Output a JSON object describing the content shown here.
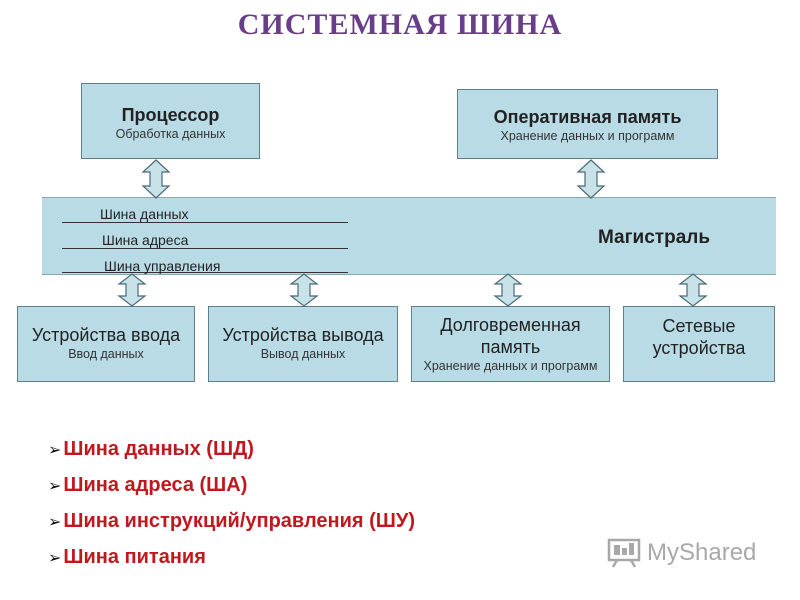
{
  "title": "Системная шина",
  "cpu": {
    "name": "Процессор",
    "desc": "Обработка данных"
  },
  "ram": {
    "name": "Оперативная память",
    "desc": "Хранение данных и программ"
  },
  "bus": {
    "lines": [
      "Шина данных",
      "Шина адреса",
      "Шина управления"
    ],
    "label": "Магистраль"
  },
  "devices": [
    {
      "name": "Устройства ввода",
      "desc": "Ввод данных"
    },
    {
      "name": "Устройства вывода",
      "desc": "Вывод данных"
    },
    {
      "name": "Долговременная память",
      "desc": "Хранение данных и программ"
    },
    {
      "name": "Сетевые устройства",
      "desc": ""
    }
  ],
  "bullets": [
    "Шина данных (ШД)",
    "Шина адреса (ША)",
    "Шина инструкций/управления (ШУ)",
    "Шина питания"
  ],
  "watermark": "MyShared",
  "colors": {
    "box": "#b9dbe6",
    "title": "#6a3d8a",
    "bullet": "#c0181e"
  }
}
